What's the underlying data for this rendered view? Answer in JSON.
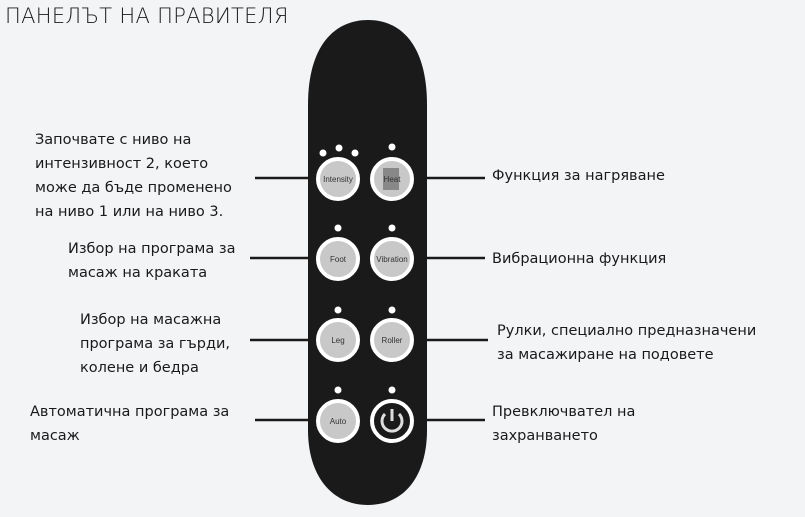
{
  "title": "ПАНЕЛЪТ НА ПРАВИТЕЛЯ",
  "buttons": {
    "intensity": "Intensity",
    "heat": "Heat",
    "foot": "Foot",
    "vibration": "Vibration",
    "leg": "Leg",
    "roller": "Roller",
    "auto": "Auto",
    "power": "power-icon"
  },
  "descriptions": {
    "intensity": "Започвате с ниво на\nинтензивност 2, което\nможе да бъде променено\nна ниво 1 или на ниво 3.",
    "heat": "Функция за нагряване",
    "foot": "Избор на програма за\nмасаж на краката",
    "vibration": "Вибрационна функция",
    "leg": "Избор на масажна\nпрограма за гърди,\nколене и бедра",
    "roller": "Рулки, специално предназначени\nза масажиране на подовете",
    "auto": "Автоматична програма за\nмасаж",
    "power": "Превключвател на\nзахранването"
  }
}
